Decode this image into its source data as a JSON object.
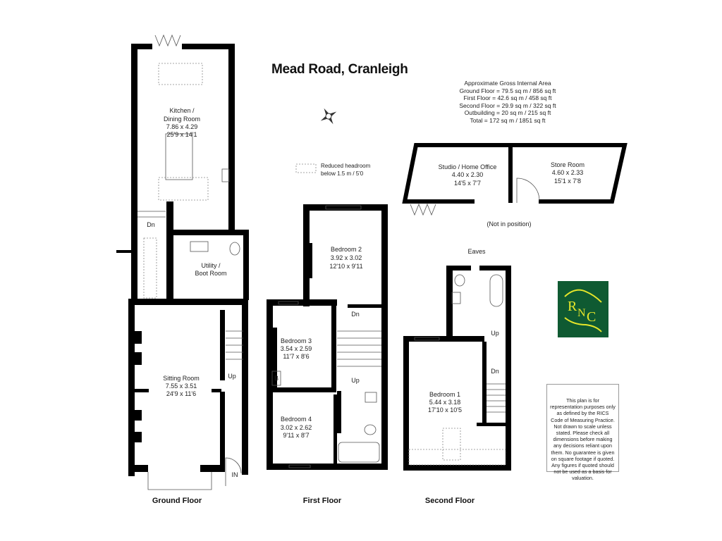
{
  "title": "Mead Road, Cranleigh",
  "area_summary": {
    "heading": "Approximate Gross Internal Area",
    "lines": [
      "Ground Floor = 79.5 sq m / 856 sq ft",
      "First Floor = 42.6 sq m / 458 sq ft",
      "Second Floor = 29.9 sq m / 322 sq ft",
      "Outbuilding = 20 sq m / 215 sq ft",
      "Total = 172 sq m / 1851 sq ft"
    ]
  },
  "legend": {
    "line1": "Reduced headroom",
    "line2": "below 1.5 m / 5'0"
  },
  "floors": {
    "ground": {
      "label": "Ground Floor",
      "rooms": [
        {
          "name1": "Kitchen /",
          "name2": "Dining Room",
          "metric": "7.86 x 4.29",
          "imperial": "25'9 x 14'1"
        },
        {
          "name1": "Utility /",
          "name2": "Boot Room"
        },
        {
          "name1": "Sitting Room",
          "metric": "7.55 x 3.51",
          "imperial": "24'9 x 11'6"
        }
      ],
      "markers": {
        "dn": "Dn",
        "up": "Up",
        "in": "IN"
      }
    },
    "first": {
      "label": "First Floor",
      "rooms": [
        {
          "name1": "Bedroom 2",
          "metric": "3.92 x 3.02",
          "imperial": "12'10 x 9'11"
        },
        {
          "name1": "Bedroom 3",
          "metric": "3.54 x 2.59",
          "imperial": "11'7 x 8'6"
        },
        {
          "name1": "Bedroom 4",
          "metric": "3.02 x 2.62",
          "imperial": "9'11 x 8'7"
        }
      ],
      "markers": {
        "dn": "Dn",
        "up": "Up",
        "boiler": "B"
      }
    },
    "second": {
      "label": "Second Floor",
      "rooms": [
        {
          "name1": "Bedroom 1",
          "metric": "5.44 x 3.18",
          "imperial": "17'10 x 10'5"
        }
      ],
      "markers": {
        "eaves": "Eaves",
        "up": "Up",
        "dn": "Dn"
      }
    },
    "outbuilding": {
      "rooms": [
        {
          "name1": "Studio / Home Office",
          "metric": "4.40 x 2.30",
          "imperial": "14'5 x 7'7"
        },
        {
          "name1": "Store Room",
          "metric": "4.60 x 2.33",
          "imperial": "15'1 x 7'8"
        }
      ],
      "note": "(Not in position)"
    }
  },
  "compass_icon": "compass-rose",
  "logo": {
    "text": "RNC",
    "bg": "#0f5a32",
    "fg": "#e6e62a"
  },
  "disclaimer": "This plan is for representation purposes only as defined by the RICS Code of Measuring Practice. Not drawn to scale unless stated. Please check all dimensions before making any decisions reliant upon them. No guarantee is given on square footage if quoted. Any figures if quoted should not be used as a basis for valuation."
}
